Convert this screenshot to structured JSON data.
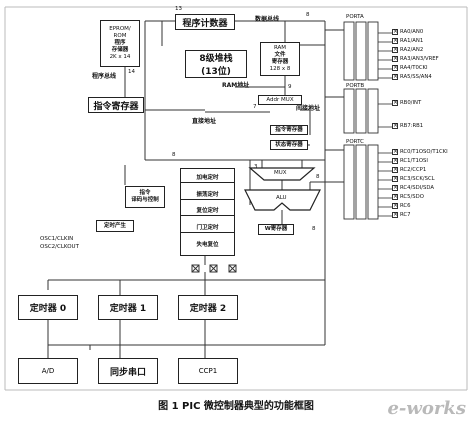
{
  "caption": "图 1 PIC 微控制器典型的功能框图",
  "watermark": "e-works",
  "top_labels": {
    "data_bus": "数据总线",
    "porta": "PORTA",
    "portb": "PORTB",
    "portc": "PORTC",
    "num_13": "13",
    "num_8a": "8",
    "num_8b": "8",
    "num_14": "14",
    "num_9": "9",
    "num_7": "7",
    "num_8c": "8",
    "num_3": "3",
    "num_8d": "8"
  },
  "blocks": {
    "eprom": {
      "line1": "EPROM/",
      "line2": "ROM",
      "line3": "程序",
      "line4": "存储器",
      "line5": "2K x 14"
    },
    "program_counter": "程序计数器",
    "stack": {
      "line1": "8级堆栈",
      "line2": "(13位)"
    },
    "ram": {
      "line1": "RAM",
      "line2": "文件",
      "line3": "寄存器",
      "line4": "128 x 8"
    },
    "addr_mux": "Addr MUX",
    "instruction_register": "指令寄存器",
    "fsr": "指令寄存器",
    "status": "状态寄存器",
    "mux": "MUX",
    "alu": "ALU",
    "w_reg": "W寄存器",
    "decoder": {
      "line1": "指令",
      "line2": "译码与控制"
    },
    "timing": "定时产生",
    "osc_pins": {
      "in": "OSC1/CLKIN",
      "out": "OSC2/CLKOUT"
    },
    "power_stack": [
      "加电定时",
      "振荡定时",
      "复位定时",
      "门卫定时",
      "失电复位"
    ],
    "timer0": "定时器 0",
    "timer1": "定时器 1",
    "timer2": "定时器 2",
    "ad": "A/D",
    "serial": "同步串口",
    "ccp1": "CCP1"
  },
  "bus_labels": {
    "program_bus": "程序总线",
    "ram_addr": "RAM地址",
    "direct_addr": "直接地址",
    "indirect_addr": "间接地址"
  },
  "pins": {
    "porta": [
      "RA0/AN0",
      "RA1/AN1",
      "RA2/AN2",
      "RA3/AN3/VREF",
      "RA4/T0CKI",
      "RA5/SS/AN4"
    ],
    "portb": [
      "RB0/INT",
      "RB7:RB1"
    ],
    "portc": [
      "RC0/T1OSO/T1CKI",
      "RC1/T1OSI",
      "RC2/CCP1",
      "RC3/SCK/SCL",
      "RC4/SDI/SDA",
      "RC5/SDO",
      "RC6",
      "RC7"
    ]
  }
}
